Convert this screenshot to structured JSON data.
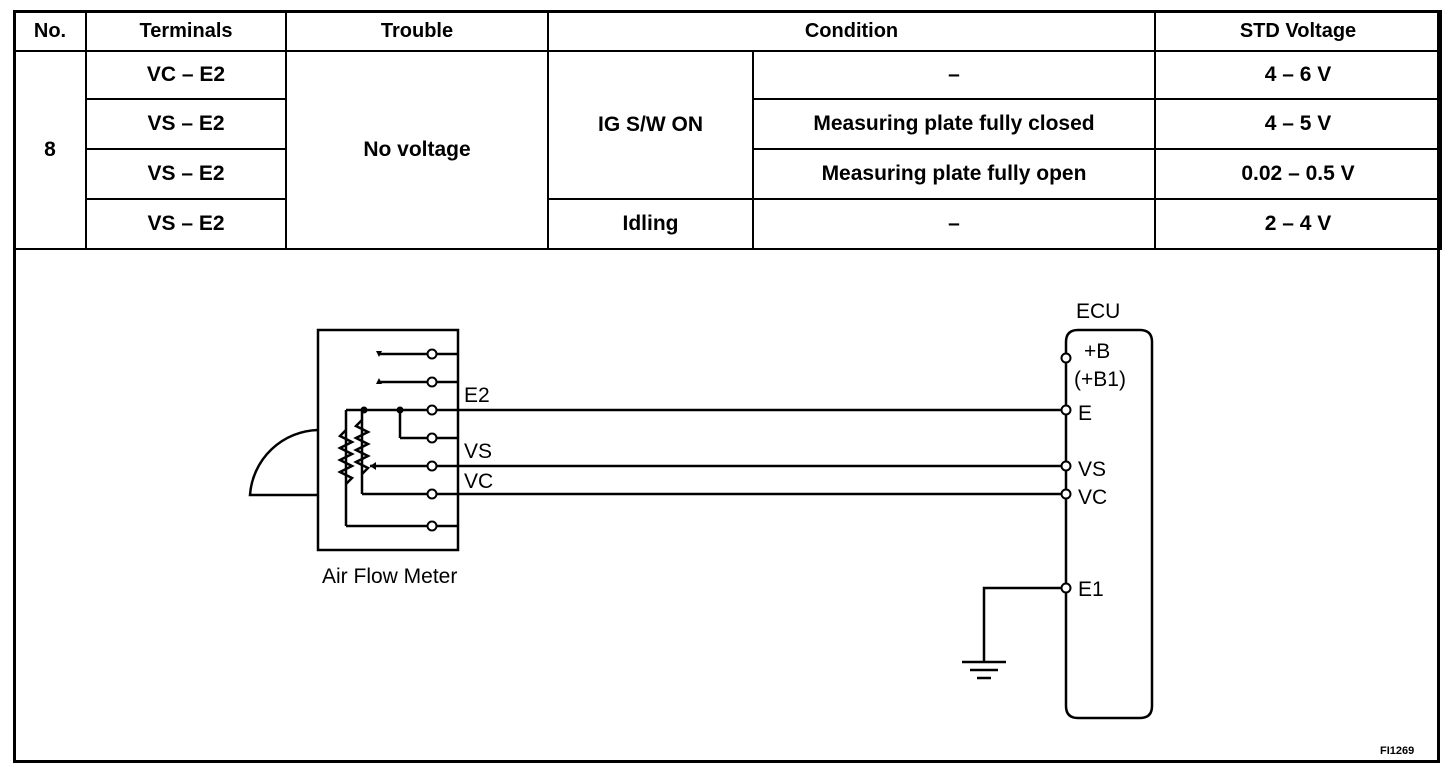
{
  "table": {
    "headers": [
      "No.",
      "Terminals",
      "Trouble",
      "Condition",
      "STD Voltage"
    ],
    "no": "8",
    "trouble": "No voltage",
    "rows": [
      {
        "terminals": "VC – E2",
        "condition_detail": "–",
        "std_voltage": "4 – 6 V"
      },
      {
        "terminals": "VS – E2",
        "condition_detail": "Measuring plate fully closed",
        "std_voltage": "4 – 5 V"
      },
      {
        "terminals": "VS – E2",
        "condition_detail": "Measuring plate fully open",
        "std_voltage": "0.02 – 0.5 V"
      },
      {
        "terminals": "VS – E2",
        "condition": "Idling",
        "condition_detail": "–",
        "std_voltage": "2 – 4 V"
      }
    ],
    "condition_ig": "IG S/W ON"
  },
  "diagram": {
    "afm_label": "Air Flow Meter",
    "afm_terminals": {
      "e2": "E2",
      "vs": "VS",
      "vc": "VC"
    },
    "ecu_label": "ECU",
    "ecu_terminals": {
      "b": "+B",
      "b1": "(+B1)",
      "e": "E",
      "vs": "VS",
      "vc": "VC",
      "e1": "E1"
    },
    "figure_code": "FI1269"
  }
}
